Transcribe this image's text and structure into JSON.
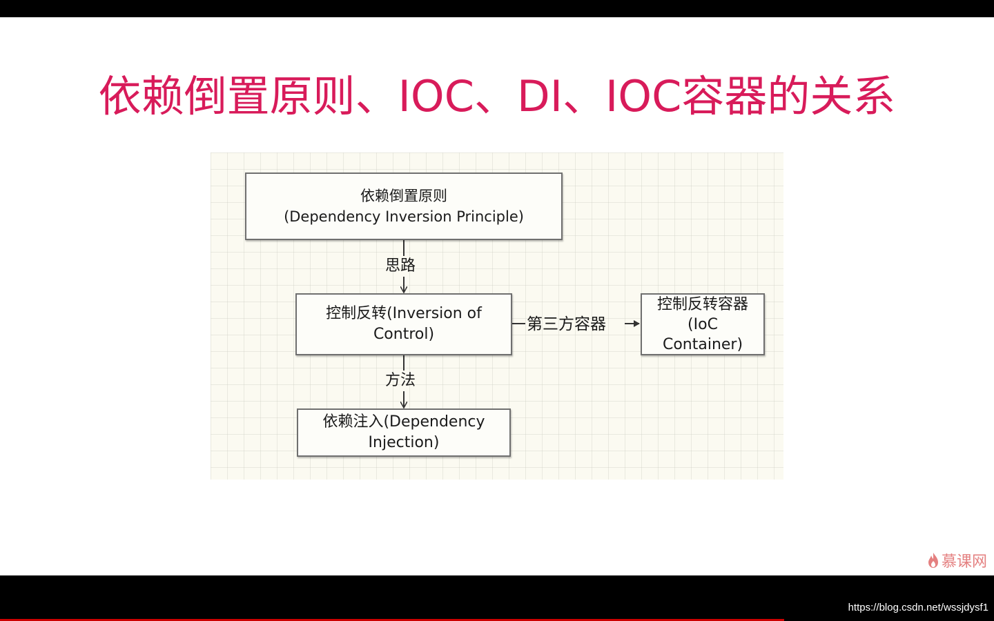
{
  "slide": {
    "title": "依赖倒置原则、IOC、DI、IOC容器的关系",
    "title_color": "#d81b5a"
  },
  "diagram": {
    "nodes": {
      "dip": {
        "line1": "依赖倒置原则",
        "line2": "(Dependency Inversion Principle)"
      },
      "ioc": {
        "line1": "控制反转(Inversion of",
        "line2": "Control)"
      },
      "container": {
        "line1": "控制反转容器",
        "line2": "(IoC",
        "line3": "Container)"
      },
      "di": {
        "line1": "依赖注入(Dependency",
        "line2": "Injection)"
      }
    },
    "edges": {
      "dip_to_ioc": "思路",
      "ioc_to_di": "方法",
      "ioc_to_container": "第三方容器"
    }
  },
  "watermark": {
    "text": "慕课网",
    "color": "#e06a6a"
  },
  "footer": {
    "url": "https://blog.csdn.net/wssjdysf1"
  },
  "player": {
    "progress_color": "#cc0000"
  }
}
